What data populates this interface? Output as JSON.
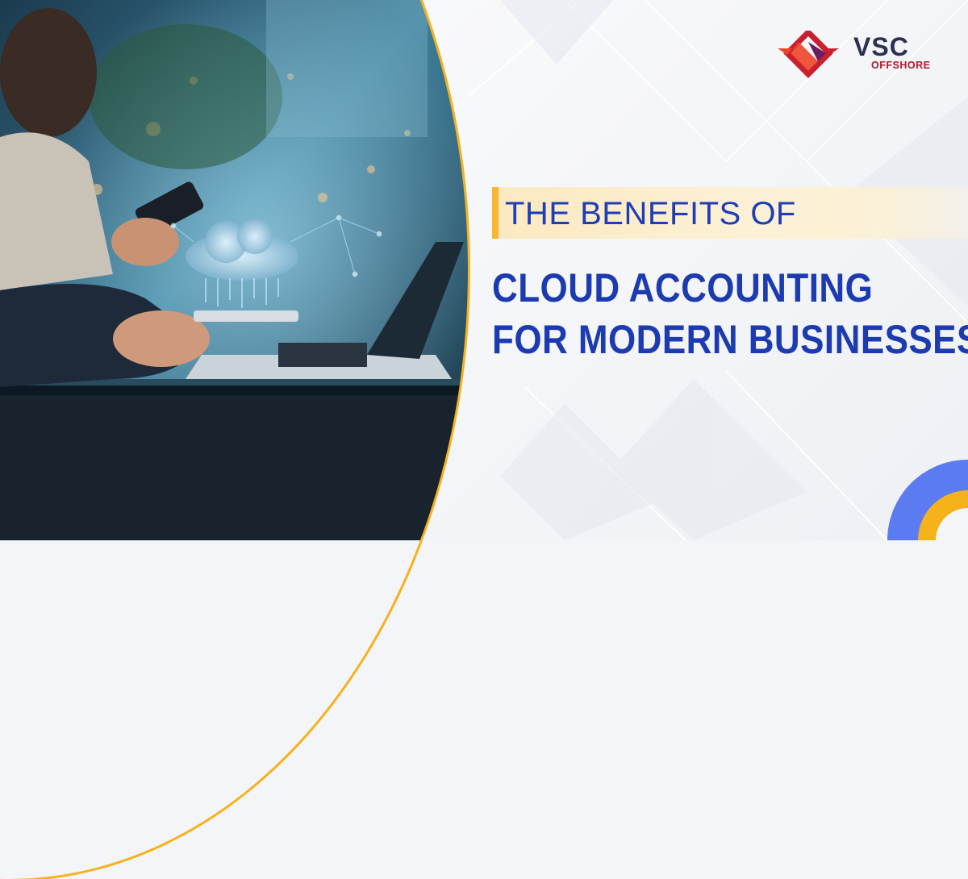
{
  "logo": {
    "brand": "VSC",
    "tagline": "OFFSHORE",
    "colors": {
      "brand_red": "#c8202f",
      "brand_orange": "#f0452a",
      "brand_navy": "#2c2f52",
      "brand_purple": "#6b1e5e"
    }
  },
  "headline": {
    "subtitle": "THE BENEFITS OF",
    "title_line1": "CLOUD ACCOUNTING",
    "title_line2": "FOR MODERN BUSINESSES"
  },
  "colors": {
    "accent_blue": "#1d3bb0",
    "accent_yellow": "#f6b21b",
    "corner_blue": "#5b7cf0",
    "background": "#eef0f4"
  },
  "icons": {
    "photo": "person-using-phone-and-laptop-with-cloud-hologram",
    "logo_mark": "diamond-logo-icon"
  }
}
